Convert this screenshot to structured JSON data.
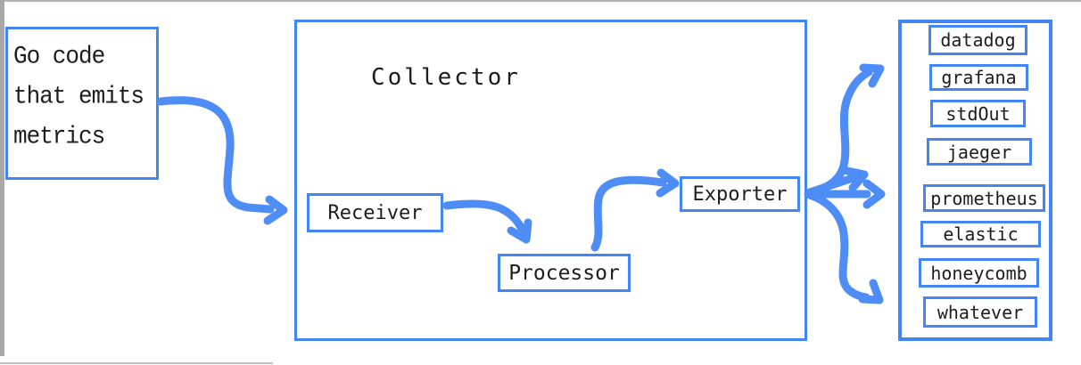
{
  "colors": {
    "accent": "#4285f4",
    "arrow": "#4e8df5",
    "ink": "#1d1d1d",
    "chrome": "#b3b3b3"
  },
  "source": {
    "line1": "Go code",
    "line2": "that emits",
    "line3": "metrics"
  },
  "collector": {
    "title": "Collector",
    "receiver": "Receiver",
    "processor": "Processor",
    "exporter": "Exporter"
  },
  "sinks": {
    "items": [
      {
        "label": "datadog"
      },
      {
        "label": "grafana"
      },
      {
        "label": "stdOut"
      },
      {
        "label": "jaeger"
      },
      {
        "label": "prometheus"
      },
      {
        "label": "elastic"
      },
      {
        "label": "honeycomb"
      },
      {
        "label": "whatever"
      }
    ]
  }
}
